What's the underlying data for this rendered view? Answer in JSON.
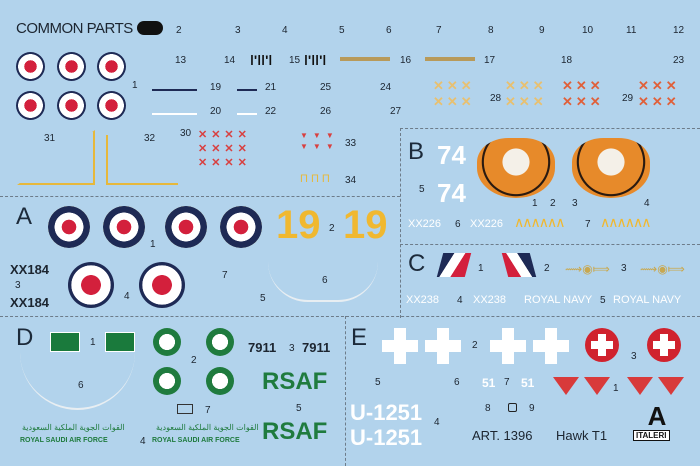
{
  "common": {
    "title": "COMMON PARTS",
    "numbers": [
      "1",
      "2",
      "3",
      "4",
      "5",
      "6",
      "7",
      "8",
      "9",
      "10",
      "11",
      "12",
      "13",
      "14",
      "15",
      "16",
      "17",
      "18",
      "19",
      "20",
      "21",
      "22",
      "23",
      "24",
      "25",
      "26",
      "27",
      "28",
      "29",
      "30",
      "31",
      "32",
      "33",
      "34"
    ]
  },
  "section_a": {
    "letter": "A",
    "numbers": [
      "1",
      "2",
      "3",
      "4",
      "5",
      "6",
      "7"
    ],
    "serial": "XX184",
    "code": "19"
  },
  "section_b": {
    "letter": "B",
    "numbers": [
      "1",
      "2",
      "3",
      "4",
      "5",
      "6",
      "7"
    ],
    "serial": "XX226",
    "code": "74"
  },
  "section_c": {
    "letter": "C",
    "numbers": [
      "1",
      "2",
      "3",
      "4",
      "5"
    ],
    "serial": "XX238",
    "navy": "ROYAL NAVY"
  },
  "section_d": {
    "letter": "D",
    "numbers": [
      "1",
      "2",
      "3",
      "4",
      "5",
      "6",
      "7"
    ],
    "code": "7911",
    "rsaf": "RSAF",
    "force_en": "ROYAL SAUDI AIR FORCE",
    "force_ar": "القوات الجوية الملكية السعودية"
  },
  "section_e": {
    "letter": "E",
    "numbers": [
      "1",
      "2",
      "3",
      "4",
      "5",
      "6",
      "7",
      "8",
      "9"
    ],
    "serial": "U-1251",
    "code": "51"
  },
  "footer": {
    "article": "ART. 1396",
    "model": "Hawk T1",
    "brand": "ITALERI"
  },
  "colors": {
    "background": "#b2d3ec",
    "roundel_blue": "#1e2a55",
    "roundel_red": "#d3203c",
    "yellow": "#f0b830",
    "saudi_green": "#1f7b3e",
    "swiss_red": "#d0222e"
  }
}
